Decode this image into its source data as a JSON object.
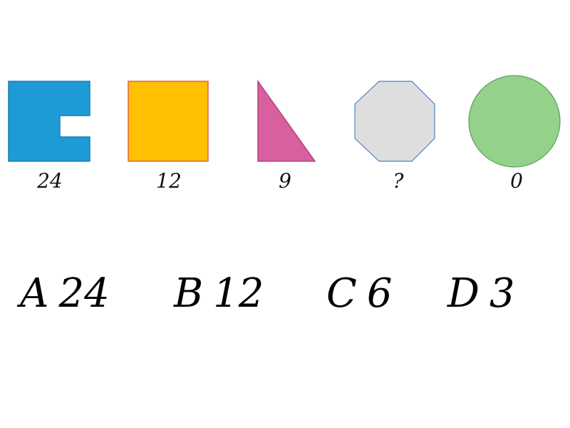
{
  "shapes": [
    {
      "icon": "c-shape-icon",
      "color": "#1e9ad6",
      "label": "24"
    },
    {
      "icon": "square-icon",
      "color": "#ffc000",
      "label": "12"
    },
    {
      "icon": "right-triangle-icon",
      "color": "#d9609e",
      "label": "9"
    },
    {
      "icon": "octagon-icon",
      "color": "#dedede",
      "label": "?"
    },
    {
      "icon": "circle-icon",
      "color": "#94d28c",
      "label": "0"
    }
  ],
  "options": [
    {
      "letter": "A",
      "value": "24"
    },
    {
      "letter": "B",
      "value": "12"
    },
    {
      "letter": "C",
      "value": "6"
    },
    {
      "letter": "D",
      "value": "3"
    }
  ]
}
